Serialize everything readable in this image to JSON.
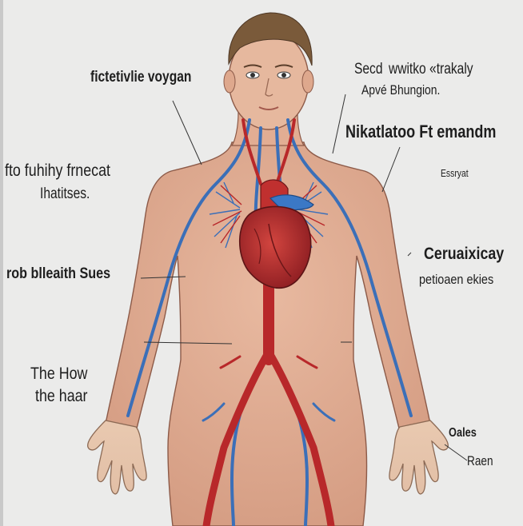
{
  "labels": {
    "top_left": "fictetivlie voygan",
    "top_right_line1": "Secd  wwitko «trakaly",
    "top_right_line2": "Apvé Bhungion.",
    "mid_right": "Nikatlatoo Ft emandm",
    "left_line1": "fto fuhihy frnecat",
    "left_line2": "Ihatitses.",
    "small_right": "Essryat",
    "left_mid": "rob blleaith Sues",
    "right_mid_line1": "Ceruaixicay",
    "right_mid_line2": "petioaen ekies",
    "left_bottom_line1": "The How",
    "left_bottom_line2": "the haar",
    "right_bottom_line1": "Oales",
    "right_bottom_line2": "Raen"
  },
  "colors": {
    "background": "#ebebea",
    "skin": "#dfa98e",
    "artery": "#b8282a",
    "vein": "#3b6fb8",
    "hair": "#7a5a3a",
    "line": "#333333"
  },
  "icons": {
    "figure": "human-circulatory-system-illustration"
  }
}
